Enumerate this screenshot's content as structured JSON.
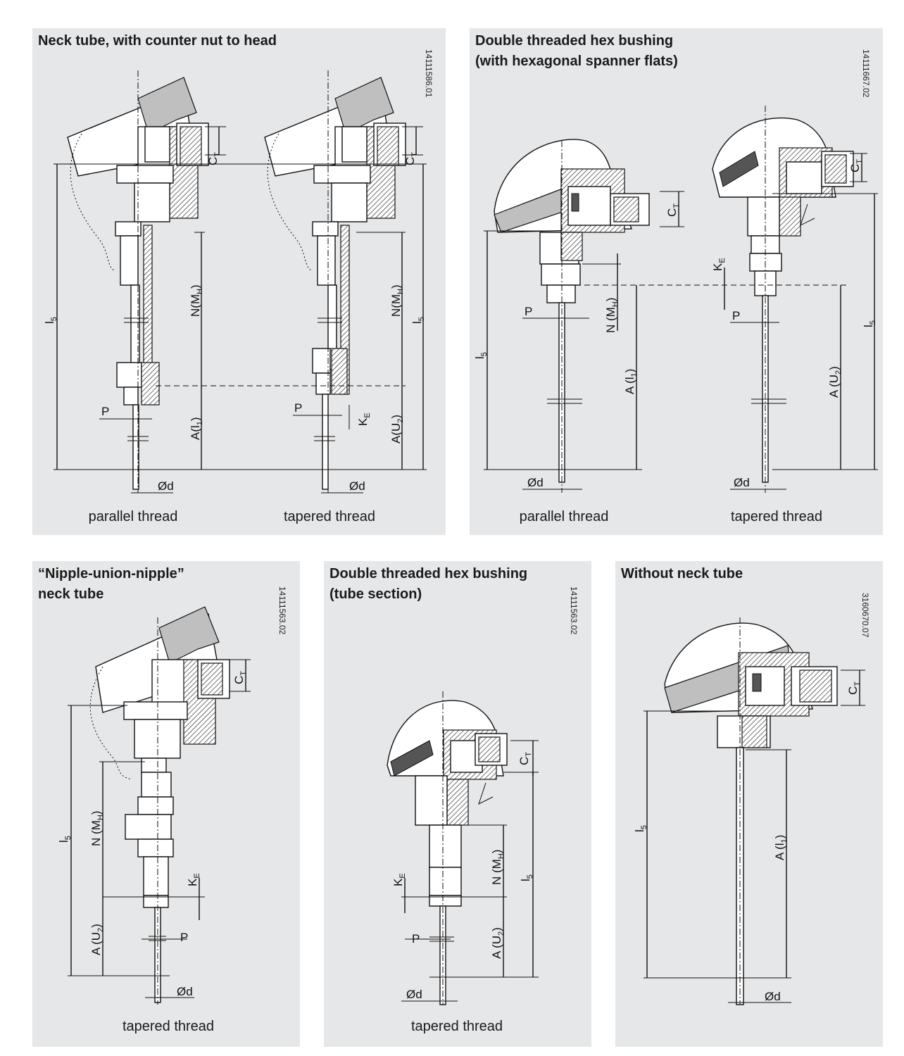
{
  "panels": [
    {
      "title": "Neck tube, with counter nut to head",
      "code": "14111586.01",
      "captions": [
        "parallel thread",
        "tapered thread"
      ]
    },
    {
      "title_line1": "Double threaded hex bushing",
      "title_line2": "(with hexagonal spanner flats)",
      "code": "14111667.02",
      "captions": [
        "parallel thread",
        "tapered thread"
      ]
    },
    {
      "title_line1": "“Nipple-union-nipple”",
      "title_line2": "neck tube",
      "code": "14111563.02",
      "captions": [
        "tapered thread"
      ]
    },
    {
      "title_line1": "Double threaded hex bushing",
      "title_line2": "(tube section)",
      "code": "14111563.02",
      "captions": [
        "tapered thread"
      ]
    },
    {
      "title": "Without neck tube",
      "code": "3160670.07"
    }
  ],
  "labels": {
    "ct": "C",
    "ct_sub": "T",
    "ls": "l",
    "ls_sub": "5",
    "n": "N(M",
    "n_sub": "H",
    "n_close": ")",
    "n_sp": "N (M",
    "n_sp_sub": "H",
    "n_sp_close": ")",
    "a_l1": "A(l",
    "a_l1_sub": "1",
    "a_l1_close": ")",
    "a_sp_l1": "A (l",
    "a_sp_l1_sub": "1",
    "a_sp_l1_close": ")",
    "a_u2": "A(U",
    "a_u2_sub": "2",
    "a_u2_close": ")",
    "a_sp_u2": "A (U",
    "a_sp_u2_sub": "2",
    "a_sp_u2_close": ")",
    "ke": "K",
    "ke_sub": "E",
    "p": "P",
    "phi_d": "Ød"
  }
}
